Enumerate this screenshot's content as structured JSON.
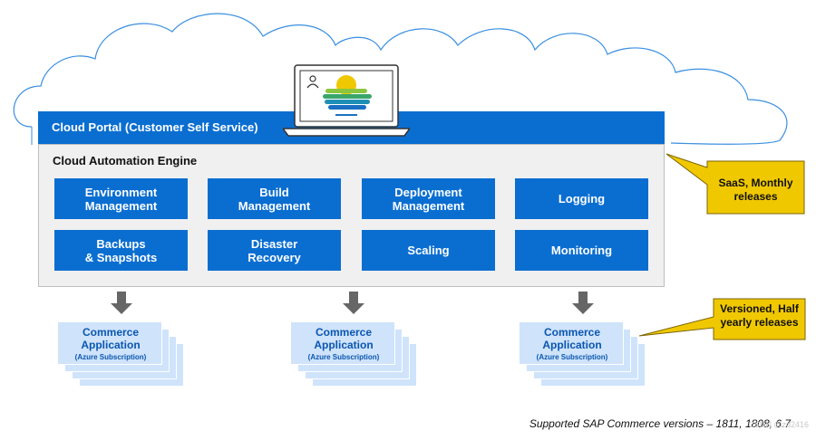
{
  "portal": {
    "title": "Cloud Portal (Customer Self Service)"
  },
  "engine": {
    "title": "Cloud Automation Engine",
    "tiles": [
      {
        "label": "Environment\nManagement"
      },
      {
        "label": "Build\nManagement"
      },
      {
        "label": "Deployment\nManagement"
      },
      {
        "label": "Logging"
      },
      {
        "label": "Backups\n& Snapshots"
      },
      {
        "label": "Disaster\nRecovery"
      },
      {
        "label": "Scaling"
      },
      {
        "label": "Monitoring"
      }
    ]
  },
  "callouts": {
    "saas": "SaaS, Monthly\nreleases",
    "versioned": "Versioned, Half\nyearly releases"
  },
  "applications": [
    {
      "title": "Commerce\nApplication",
      "subtitle": "(Azure Subscription)"
    },
    {
      "title": "Commerce\nApplication",
      "subtitle": "(Azure Subscription)"
    },
    {
      "title": "Commerce\nApplication",
      "subtitle": "(Azure Subscription)"
    }
  ],
  "footnote": "Supported SAP Commerce versions – 1811, 1808, 6.7",
  "watermark": "CSDN @zd2416",
  "colors": {
    "primary_blue": "#0a6ed1",
    "light_blue": "#cfe3fb",
    "callout_yellow": "#f0c800",
    "cloud_outline": "#3a8fe0",
    "engine_bg": "#f0f0f0"
  },
  "icons": {
    "laptop": "laptop-icon",
    "user": "user-icon",
    "cloud_logo": "cloud-logo-icon",
    "arrow": "arrow-down-icon"
  }
}
